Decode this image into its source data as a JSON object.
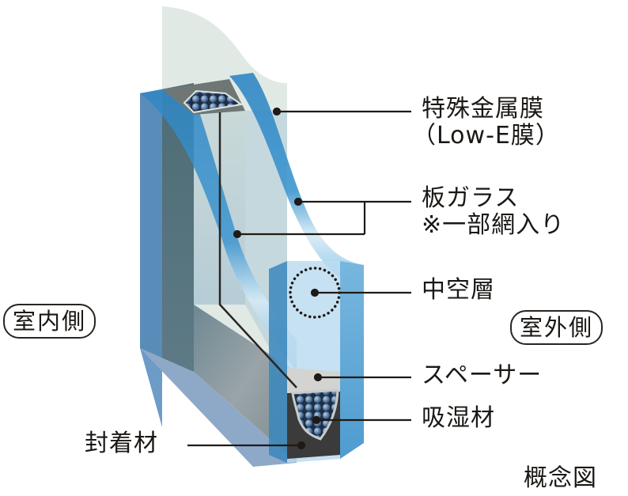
{
  "diagram": {
    "title": "複層ガラス構造",
    "caption": "概念図",
    "sides": {
      "indoor": "室内側",
      "outdoor": "室外側"
    },
    "callouts": [
      {
        "id": "low-e",
        "lines": [
          "特殊金属膜",
          "（Low-E膜）"
        ]
      },
      {
        "id": "glass",
        "lines": [
          "板ガラス",
          "※一部網入り"
        ]
      },
      {
        "id": "air-layer",
        "lines": [
          "中空層"
        ]
      },
      {
        "id": "spacer",
        "lines": [
          "スペーサー"
        ]
      },
      {
        "id": "desiccant",
        "lines": [
          "吸湿材"
        ]
      },
      {
        "id": "sealant",
        "lines": [
          "封着材"
        ]
      }
    ],
    "colors": {
      "glass_blue": "#4f97c9",
      "glass_dark": "#2d7ab5",
      "film": "#dbe6e0",
      "spacer_gray": "#d3d4d2",
      "sealant": "#3a3a3a",
      "bead": "#5a7fa8",
      "line": "#1f1a16"
    }
  }
}
